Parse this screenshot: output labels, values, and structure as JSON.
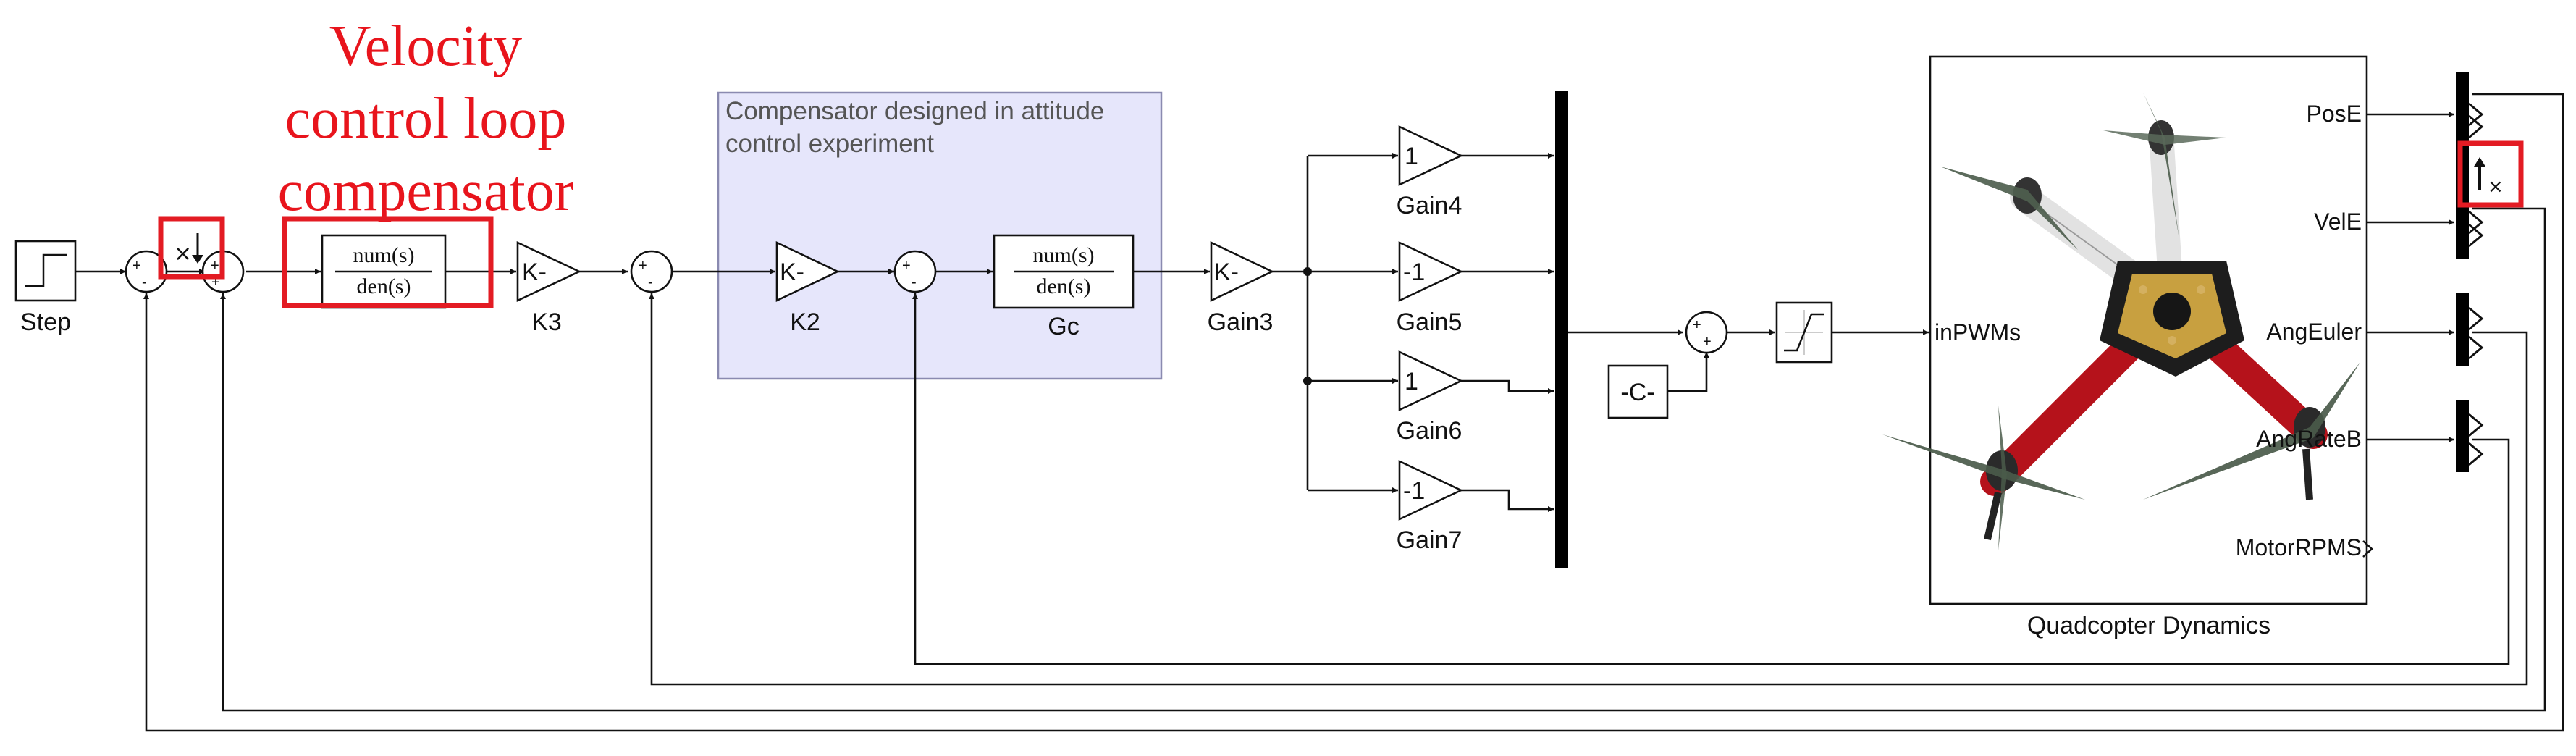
{
  "annotation": {
    "lines": [
      "Velocity",
      "control loop",
      "compensator"
    ]
  },
  "subsystem_note": {
    "lines": [
      "Compensator designed in attitude",
      "control experiment"
    ]
  },
  "blocks": {
    "step": "Step",
    "tf1": {
      "num": "num(s)",
      "den": "den(s)"
    },
    "k3": {
      "symbol": "K-",
      "label": "K3"
    },
    "k2": {
      "symbol": "K-",
      "label": "K2"
    },
    "gc": {
      "num": "num(s)",
      "den": "den(s)",
      "label": "Gc"
    },
    "gain3": {
      "symbol": "K-",
      "label": "Gain3"
    },
    "gain4": {
      "value": "1",
      "label": "Gain4"
    },
    "gain5": {
      "value": "-1",
      "label": "Gain5"
    },
    "gain6": {
      "value": "1",
      "label": "Gain6"
    },
    "gain7": {
      "value": "-1",
      "label": "Gain7"
    },
    "constant": "-C-",
    "quad": {
      "label": "Quadcopter Dynamics",
      "input": "inPWMs",
      "outputs": [
        "PosE",
        "VelE",
        "AngEuler",
        "AngRateB",
        "MotorRPMS"
      ]
    }
  },
  "colors": {
    "annotation_red": "#e8141c",
    "subsystem_fill": "#e6e6fb",
    "subsystem_border": "#8a8ab0",
    "frame_red": "#c0141c",
    "frame_white": "#e8e8e8"
  },
  "icons": {
    "scope_marker": "arrow-x-icon",
    "drone": "quadcopter-image"
  }
}
